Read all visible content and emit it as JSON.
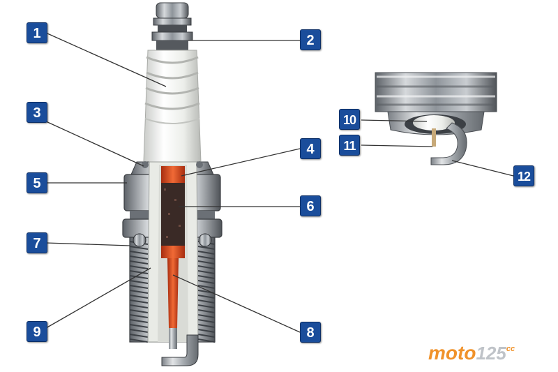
{
  "labels": [
    {
      "id": "1",
      "text": "1"
    },
    {
      "id": "2",
      "text": "2"
    },
    {
      "id": "3",
      "text": "3"
    },
    {
      "id": "4",
      "text": "4"
    },
    {
      "id": "5",
      "text": "5"
    },
    {
      "id": "6",
      "text": "6"
    },
    {
      "id": "7",
      "text": "7"
    },
    {
      "id": "8",
      "text": "8"
    },
    {
      "id": "9",
      "text": "9"
    },
    {
      "id": "10",
      "text": "10"
    },
    {
      "id": "11",
      "text": "11"
    },
    {
      "id": "12",
      "text": "12"
    }
  ],
  "logo": {
    "moto": "moto",
    "number": "125",
    "suffix": "cc"
  },
  "colors": {
    "badge": "#1a4d9b",
    "insulator": "#f2f2ee",
    "metal": "#9aa0a6",
    "core": "#d9461e",
    "logo_orange": "#f0922a"
  }
}
